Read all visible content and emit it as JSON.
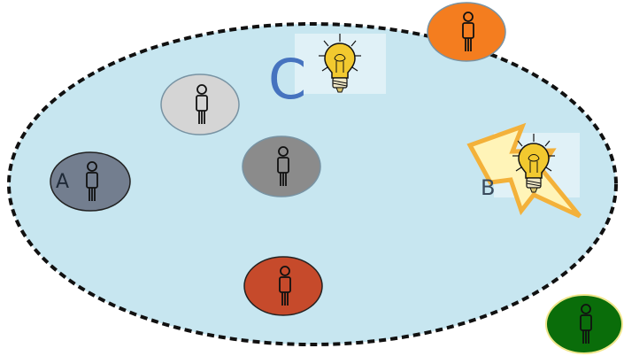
{
  "labels": {
    "a": "A",
    "b": "B",
    "c": "C"
  },
  "colors": {
    "group_fill": "#c7e6f0",
    "group_border": "#111111",
    "person_a": "#737e8f",
    "person_light_gray": "#d5d5d5",
    "person_dark_gray": "#8b8b8b",
    "person_red": "#c64a2b",
    "person_orange": "#f47d1f",
    "person_green": "#0a6d0a",
    "label_a": "#1f2a37",
    "label_b": "#394a5c",
    "label_c": "#4673bf",
    "bulb": "#f2c92f",
    "lightning_fill": "#fff4b8",
    "lightning_stroke": "#f3b13a"
  },
  "icons": {
    "person": "person-icon",
    "bulb": "light-bulb-icon",
    "lightning": "lightning-bolt-icon"
  }
}
